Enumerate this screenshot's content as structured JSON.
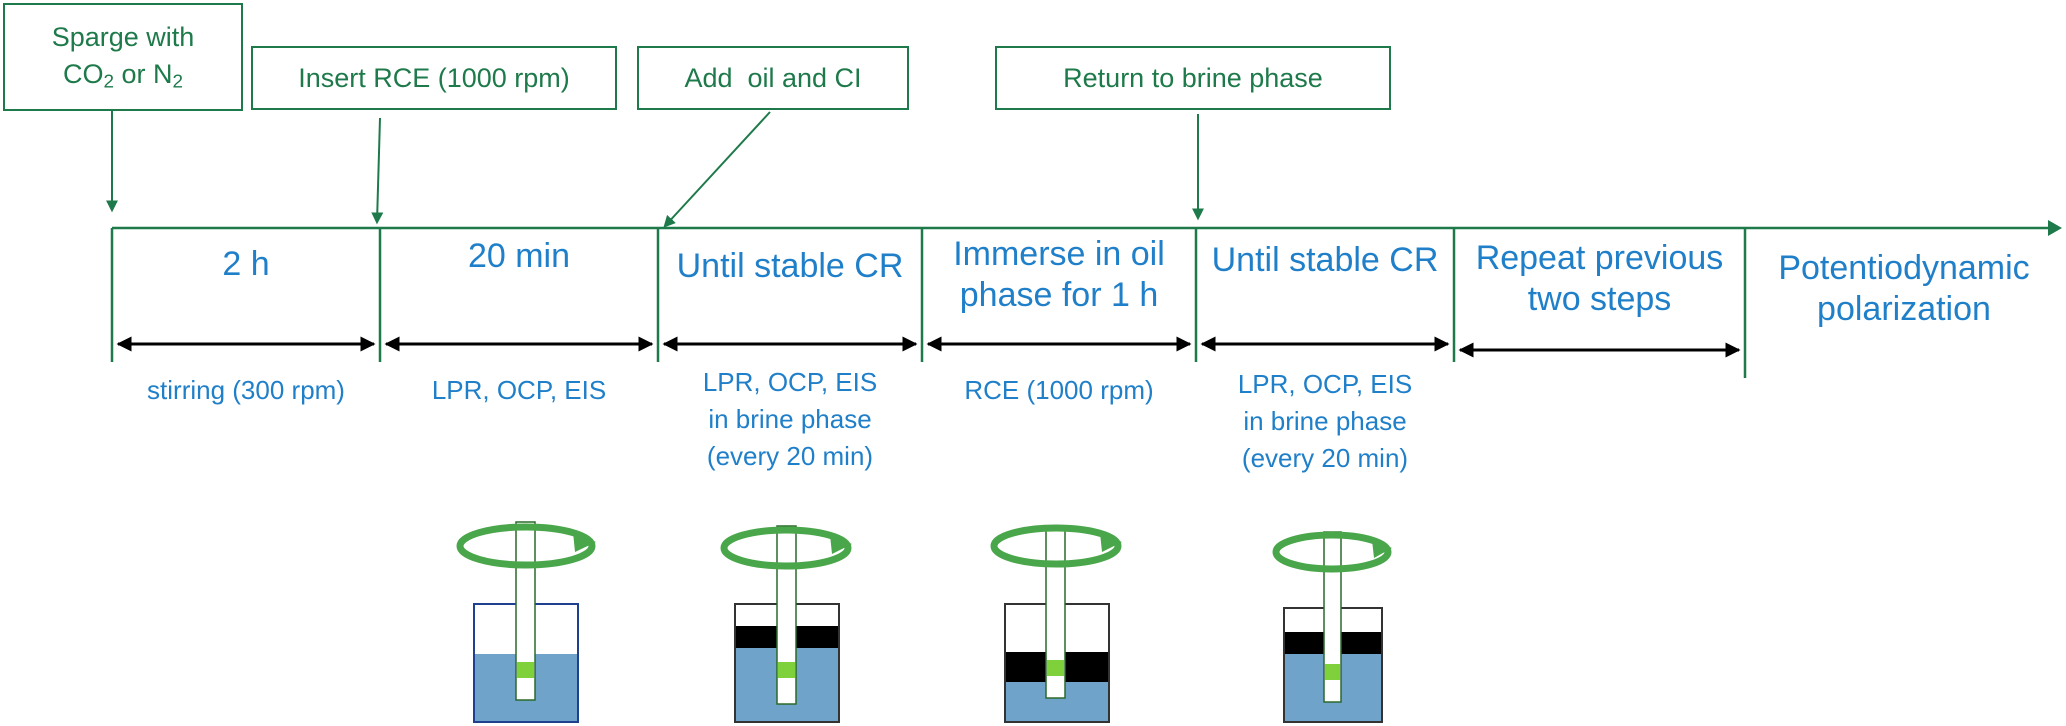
{
  "boxes": {
    "sparge_line1": "Sparge with",
    "sparge_co": "CO",
    "sparge_co_sub": "2",
    "sparge_or": " or N",
    "sparge_n_sub": "2",
    "insert_rce": "Insert RCE (1000 rpm)",
    "add_oil": "Add  oil and CI",
    "return_brine": "Return to brine phase"
  },
  "stages": [
    {
      "duration": "2 h",
      "detail": "stirring (300 rpm)"
    },
    {
      "duration": "20 min",
      "detail": "LPR, OCP, EIS"
    },
    {
      "duration": "Until stable CR",
      "detail_lines": [
        "LPR, OCP, EIS",
        "in brine phase",
        "(every 20 min)"
      ]
    },
    {
      "duration_lines": [
        "Immerse in oil",
        "phase for 1 h"
      ],
      "detail": "RCE (1000 rpm)"
    },
    {
      "duration": "Until stable CR",
      "detail_lines": [
        "LPR, OCP, EIS",
        "in brine phase",
        "(every 20 min)"
      ]
    },
    {
      "duration_lines": [
        "Repeat previous",
        "two steps"
      ]
    },
    {
      "duration_lines": [
        "Potentiodynamic",
        "polarization"
      ]
    }
  ],
  "colors": {
    "box_green": "#1e7a4a",
    "text_blue": "#1f7fc9",
    "rotation_green": "#4aa64a",
    "brine_blue": "#6fa3c9",
    "oil_black": "#000000",
    "electrode_tip": "#7fd13b"
  }
}
